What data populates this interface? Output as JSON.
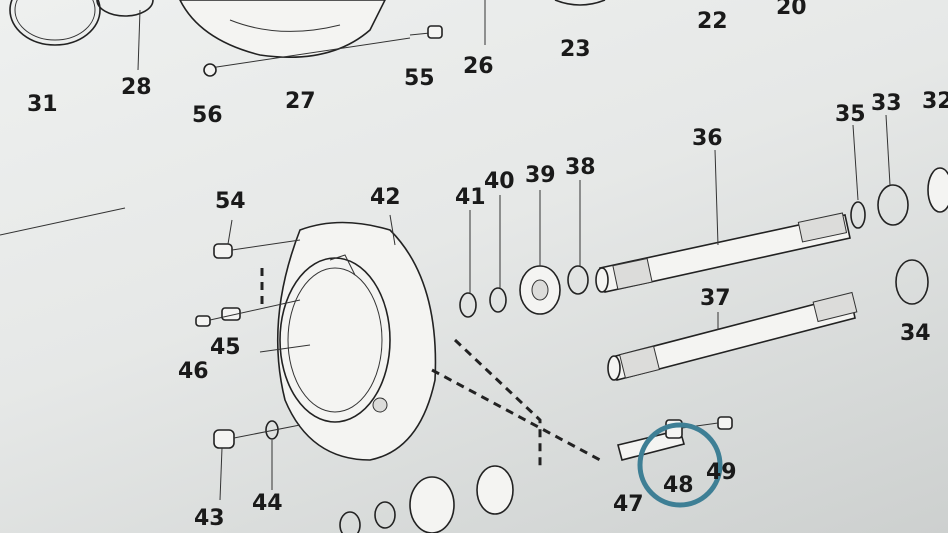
{
  "diagram": {
    "callouts": [
      "31",
      "28",
      "27",
      "56",
      "55",
      "26",
      "23",
      "22",
      "20",
      "36",
      "35",
      "33",
      "32",
      "54",
      "42",
      "41",
      "40",
      "39",
      "38",
      "37",
      "34",
      "46",
      "45",
      "43",
      "44",
      "47",
      "48",
      "49"
    ],
    "highlight": {
      "target": "48",
      "color": "#3e7f95"
    }
  }
}
